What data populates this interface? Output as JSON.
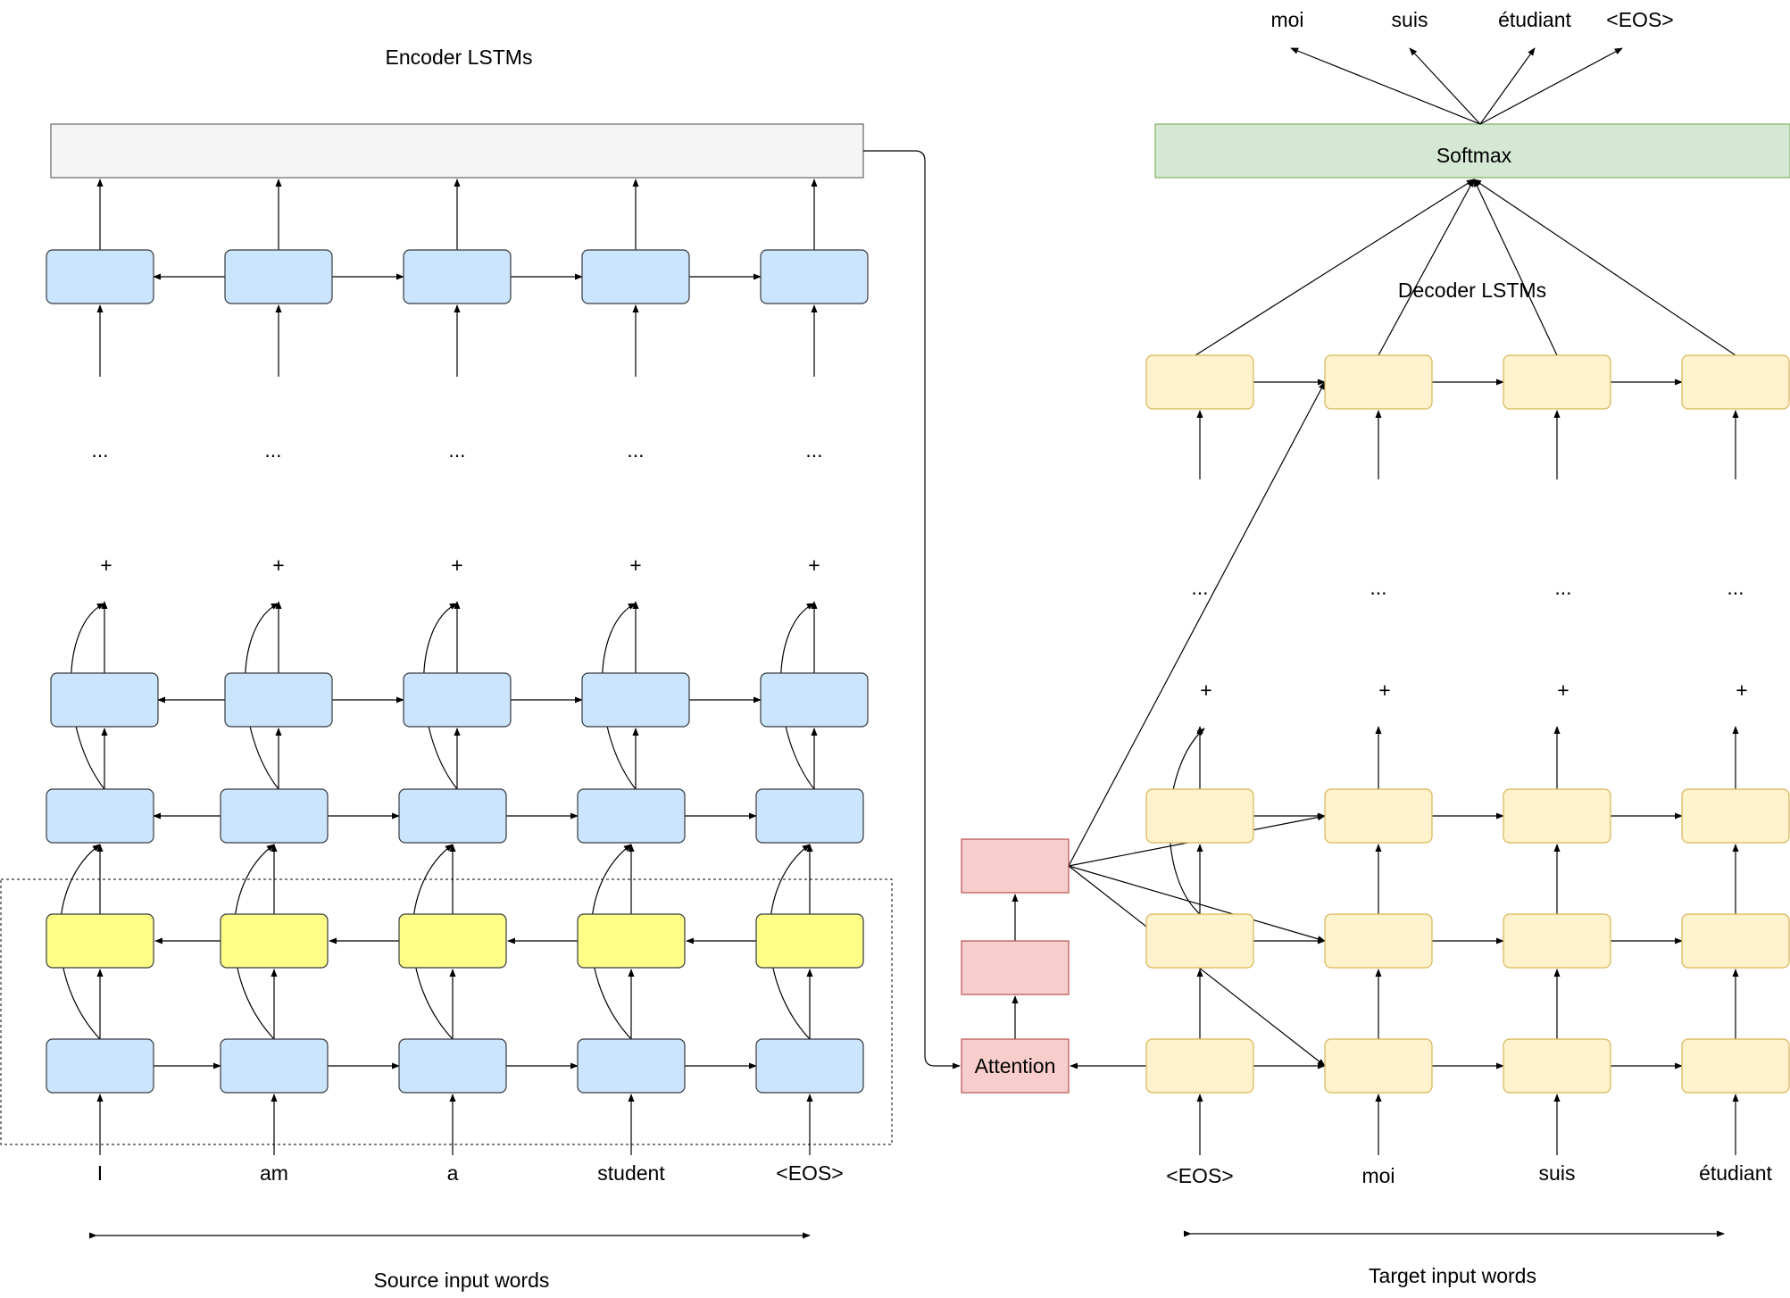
{
  "title_encoder": "Encoder LSTMs",
  "title_decoder": "Decoder LSTMs",
  "softmax_label": "Softmax",
  "attention_label": "Attention",
  "output_words": [
    "moi",
    "suis",
    "étudiant",
    "<EOS>"
  ],
  "source_words": [
    "I",
    "am",
    "a",
    "student",
    "<EOS>"
  ],
  "target_words": [
    "<EOS>",
    "moi",
    "suis",
    "étudiant"
  ],
  "source_caption": "Source input words",
  "target_caption": "Target input words",
  "ellipsis": "...",
  "plus": "+",
  "colors": {
    "encoder_cell_fill": "#cce5ff",
    "encoder_cell_stroke": "#36393d",
    "reverse_layer_fill": "#ffff88",
    "decoder_cell_fill": "#fff2cc",
    "decoder_cell_stroke": "#d6b656",
    "attention_fill": "#f8cecc",
    "attention_stroke": "#b85450",
    "softmax_fill": "#d5e8d4",
    "softmax_stroke": "#82b366",
    "encoder_output_fill": "#f5f5f5",
    "encoder_output_stroke": "#666666"
  }
}
